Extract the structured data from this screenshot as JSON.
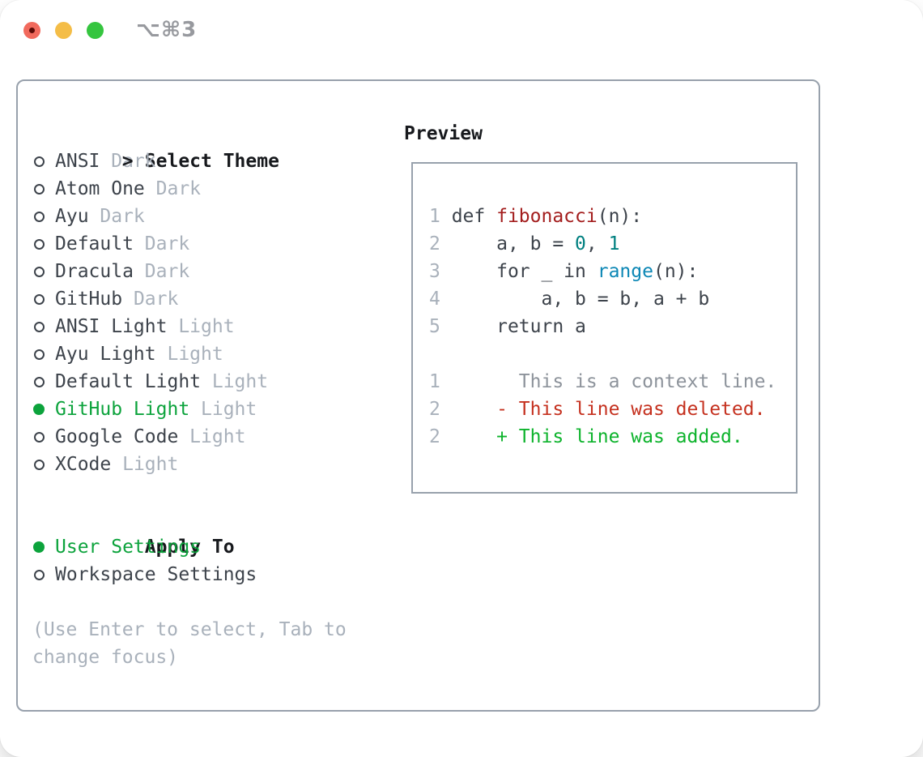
{
  "window": {
    "title": "⌥⌘3",
    "traffic_lights": [
      "close-icon",
      "minimize-icon",
      "zoom-icon"
    ]
  },
  "theme_panel": {
    "header": {
      "prompt": ">",
      "label": "Select Theme"
    },
    "themes": [
      {
        "name": "ANSI",
        "variant": "Dark",
        "selected": false
      },
      {
        "name": "Atom One",
        "variant": "Dark",
        "selected": false
      },
      {
        "name": "Ayu",
        "variant": "Dark",
        "selected": false
      },
      {
        "name": "Default",
        "variant": "Dark",
        "selected": false
      },
      {
        "name": "Dracula",
        "variant": "Dark",
        "selected": false
      },
      {
        "name": "GitHub",
        "variant": "Dark",
        "selected": false
      },
      {
        "name": "ANSI Light",
        "variant": "Light",
        "selected": false
      },
      {
        "name": "Ayu Light",
        "variant": "Light",
        "selected": false
      },
      {
        "name": "Default Light",
        "variant": "Light",
        "selected": false
      },
      {
        "name": "GitHub Light",
        "variant": "Light",
        "selected": true
      },
      {
        "name": "Google Code",
        "variant": "Light",
        "selected": false
      },
      {
        "name": "XCode",
        "variant": "Light",
        "selected": false
      }
    ],
    "apply_to": {
      "label": "Apply To",
      "options": [
        {
          "label": "User Settings",
          "selected": true
        },
        {
          "label": "Workspace Settings",
          "selected": false
        }
      ]
    },
    "hint": "(Use Enter to select, Tab to\nchange focus)"
  },
  "preview": {
    "label": "Preview",
    "lines": [
      {
        "num": "1",
        "segments": [
          {
            "t": "def ",
            "s": "code"
          },
          {
            "t": "fibonacci",
            "s": "function"
          },
          {
            "t": "(n):",
            "s": "code"
          }
        ]
      },
      {
        "num": "2",
        "segments": [
          {
            "t": "    a, b = ",
            "s": "code"
          },
          {
            "t": "0",
            "s": "number"
          },
          {
            "t": ", ",
            "s": "code"
          },
          {
            "t": "1",
            "s": "number"
          }
        ]
      },
      {
        "num": "3",
        "segments": [
          {
            "t": "    for _ in ",
            "s": "code"
          },
          {
            "t": "range",
            "s": "builtin"
          },
          {
            "t": "(n):",
            "s": "code"
          }
        ]
      },
      {
        "num": "4",
        "segments": [
          {
            "t": "        a, b = b, a + b",
            "s": "code"
          }
        ]
      },
      {
        "num": "5",
        "segments": [
          {
            "t": "    return a",
            "s": "code"
          }
        ]
      },
      {
        "num": "",
        "segments": []
      },
      {
        "num": "1",
        "segments": [
          {
            "t": "      This is a context line.",
            "s": "context"
          }
        ]
      },
      {
        "num": "2",
        "segments": [
          {
            "t": "    - This line was deleted.",
            "s": "deleted"
          }
        ]
      },
      {
        "num": "2",
        "segments": [
          {
            "t": "    + This line was added.",
            "s": "added"
          }
        ]
      }
    ]
  },
  "colors": {
    "accent_green": "#0ca33c",
    "muted_gray": "#a9b1bb",
    "text_dark": "#3d434b",
    "heading_black": "#17191d",
    "function_red": "#a31d1d",
    "number_teal": "#008080",
    "builtin_blue": "#0c87b5",
    "diff_deleted_red": "#c5311f",
    "diff_added_green": "#0db32c",
    "diff_context_gray": "#8d939b",
    "border_gray": "#98a1ac",
    "traffic_red": "#f16a5d",
    "traffic_red_dot": "#5c0b07",
    "traffic_yellow": "#f4bd47",
    "traffic_green": "#35c53f",
    "title_gray": "#97999e"
  }
}
